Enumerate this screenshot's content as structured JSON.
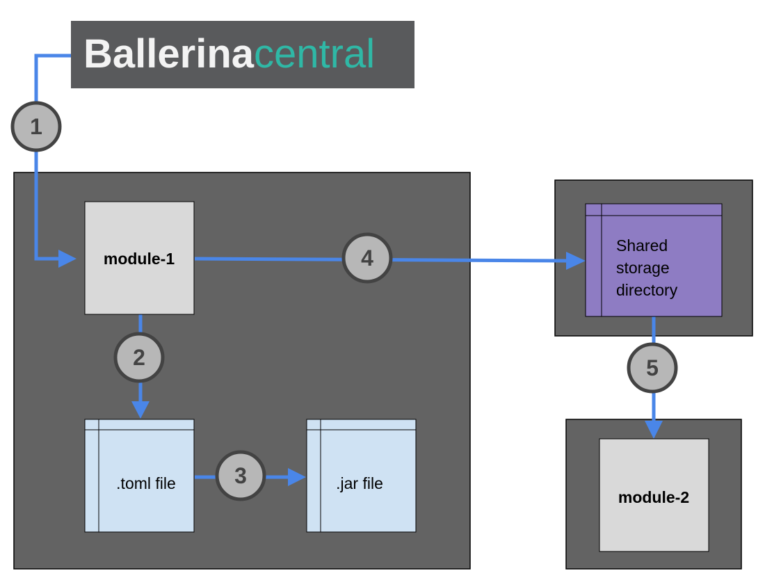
{
  "logo": {
    "bold_text": "Ballerina",
    "light_text": "central"
  },
  "modules": {
    "module_1": "module-1",
    "module_2": "module-2"
  },
  "files": {
    "toml": ".toml file",
    "jar": ".jar file"
  },
  "storage": {
    "line_1": "Shared",
    "line_2": "storage",
    "line_3": "directory"
  },
  "steps": [
    "1",
    "2",
    "3",
    "4",
    "5"
  ],
  "colors": {
    "container": "#636363",
    "module": "#d9d9d9",
    "file": "#cfe2f3",
    "storage": "#8e7cc3",
    "connector": "#4a86e8",
    "step_fill": "#b7b7b7",
    "step_border": "#434343",
    "logo_background": "#595a5c",
    "logo_accent": "#2fb8a6"
  }
}
